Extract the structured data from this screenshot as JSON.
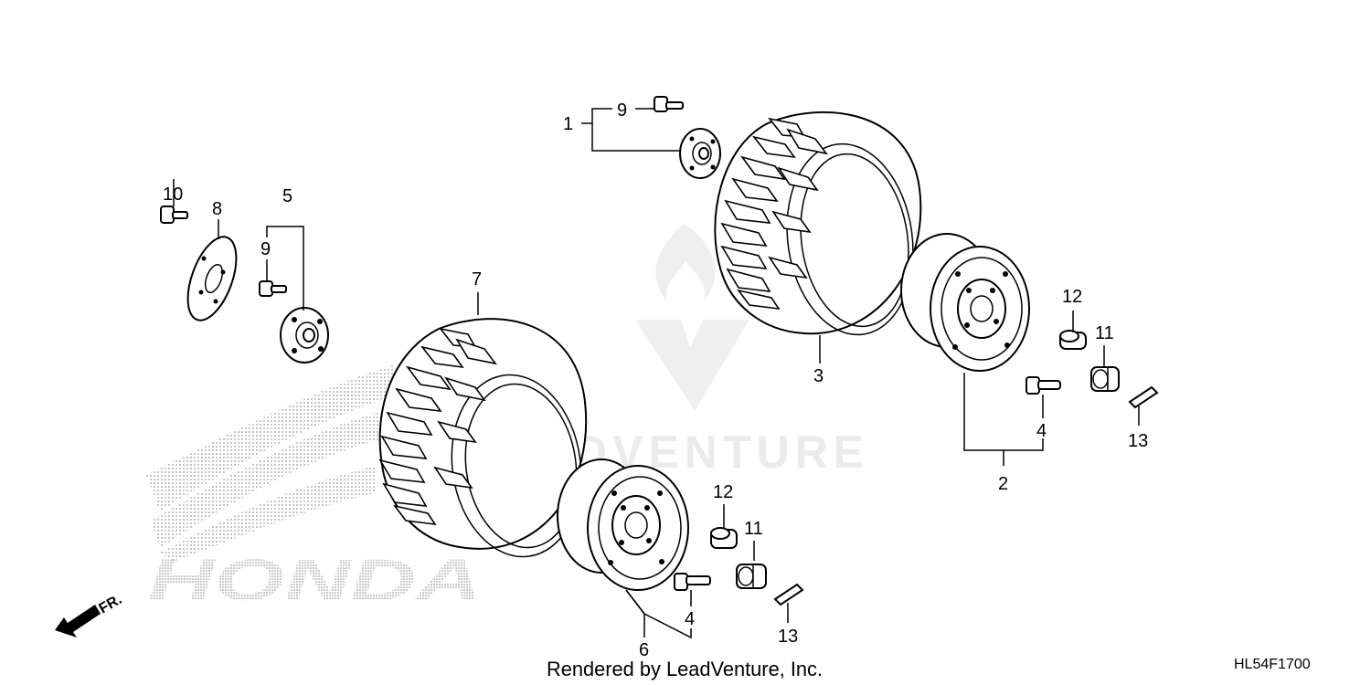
{
  "diagram": {
    "callouts": [
      "1",
      "2",
      "3",
      "4",
      "4",
      "5",
      "6",
      "7",
      "8",
      "9",
      "9",
      "10",
      "11",
      "11",
      "12",
      "12",
      "13",
      "13"
    ],
    "footer_text": "Rendered by LeadVenture, Inc.",
    "diagram_code": "HL54F1700",
    "front_indicator": "FR.",
    "watermark_text": "LEADVENTURE",
    "logo_text": "HONDA"
  }
}
